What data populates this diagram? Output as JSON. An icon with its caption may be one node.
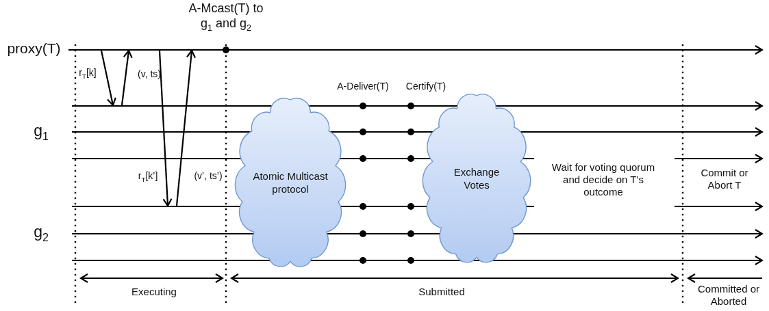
{
  "diagram": {
    "nodes": [
      {
        "text": [],
        "shape": "line",
        "beside": [
          "proxy(T)"
        ]
      },
      {
        "text": [],
        "shape": "line"
      },
      {
        "text": [],
        "shape": "line"
      },
      {
        "text": [],
        "shape": "line"
      },
      {
        "text": [],
        "shape": "line"
      },
      {
        "text": [],
        "shape": "line"
      },
      {
        "text": [],
        "shape": "line"
      },
      {
        "text": [
          "Atomic Multicast protocol"
        ]
      },
      {
        "text": [
          "Exchange Votes"
        ]
      }
    ],
    "edges": [
      {
        "from": 0,
        "to": 1,
        "arrow": "to",
        "label": "r$_{T}$[k]"
      },
      {
        "from": 1,
        "to": 0,
        "arrow": "to",
        "label": "(v, ts)"
      },
      {
        "from": 0,
        "to": 4,
        "arrow": "to",
        "label": "r$_{T}$[k’]"
      },
      {
        "from": 4,
        "to": 0,
        "arrow": "to",
        "label": "(v’, ts’)"
      }
    ],
    "labels": [
      "A-Mcast(T) to g$_{1}$ and g$_{2}$",
      "A-Deliver(T)",
      "Certify(T)",
      "g$_{1}$",
      "Wait for voting quorum and decide on T’s outcome",
      "Commit or Abort T",
      "g$_{2}$",
      "Executing",
      "Submitted",
      "Committed or Aborted"
    ]
  }
}
